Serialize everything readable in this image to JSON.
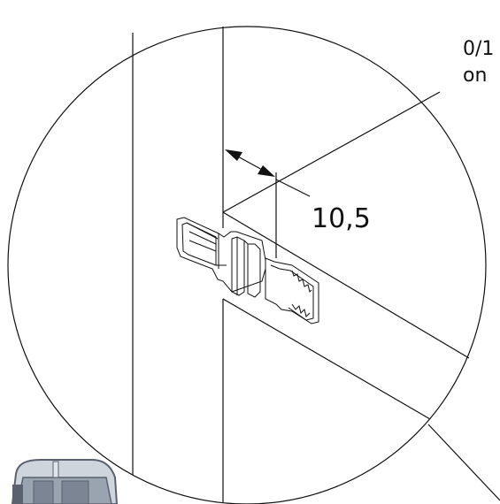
{
  "detail_view": {
    "dimension_label": "10,5"
  },
  "margin_note": {
    "line1": "0/1",
    "line2": "on"
  },
  "colors": {
    "line": "#111111",
    "background": "#ffffff",
    "part_shade_dark": "#5a6270",
    "part_shade_mid": "#9aa3b0",
    "part_shade_light": "#cfd5dd"
  }
}
